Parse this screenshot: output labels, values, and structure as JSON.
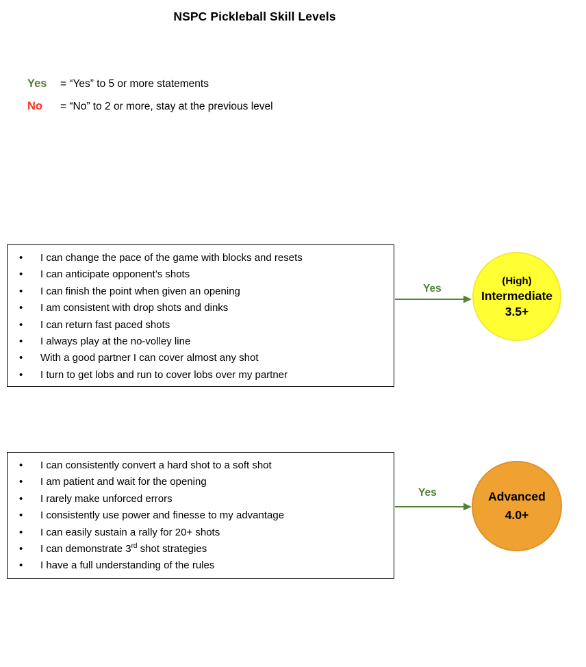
{
  "title": "NSPC Pickleball Skill Levels",
  "legend": {
    "yes_label": "Yes",
    "yes_text": "=  “Yes” to 5 or more statements",
    "no_label": "No",
    "no_text": "=  “No” to 2 or more, stay at the previous level"
  },
  "colors": {
    "green": "#538135",
    "red": "#fe2f1d",
    "yellow_fill": "#ffff33",
    "orange_fill": "#efa132"
  },
  "levels": [
    {
      "statements": [
        "I can change the pace of the game with blocks and resets",
        "I can anticipate opponent’s shots",
        "I can finish the point when given an opening",
        "I am consistent with drop shots and dinks",
        "I can return fast paced shots",
        "I always play at the no-volley line",
        "With a good partner I can cover almost any shot",
        "I turn to get lobs and run to cover lobs over my partner"
      ],
      "arrow_label": "Yes",
      "node": {
        "line1": "(High)",
        "line2": "Intermediate",
        "line3": "3.5+"
      }
    },
    {
      "statements": [
        "I can consistently convert a hard shot to a soft shot",
        "I am patient and wait for the opening",
        "I rarely make unforced errors",
        "I consistently use power and finesse to my advantage",
        "I can easily sustain a rally for 20+ shots",
        {
          "pre": "I can demonstrate 3",
          "sup": "rd",
          "post": " shot strategies"
        },
        "I have a full understanding of the rules"
      ],
      "arrow_label": "Yes",
      "node": {
        "line1": "Advanced",
        "line2": "4.0+"
      }
    }
  ]
}
